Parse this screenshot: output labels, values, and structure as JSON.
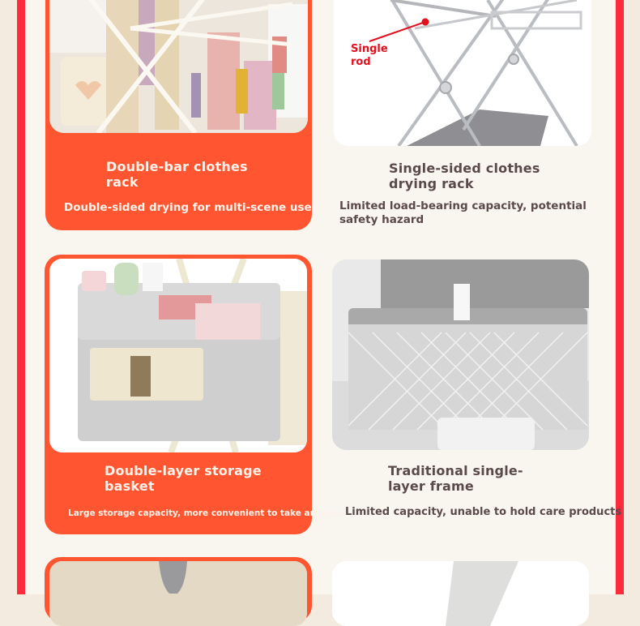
{
  "colors": {
    "background": "#f9f5ef",
    "rail": "#fd2b3c",
    "accent_card": "#ff5631",
    "bad_text": "#5b4a4b",
    "annotation": "#e1101c"
  },
  "rows": [
    {
      "good": {
        "image": "double-bar-clothes-rack-photo",
        "title": "Double-bar clothes rack",
        "title_line1": "Double-bar clothes",
        "title_line2": "rack",
        "description": "Double-sided drying for multi-scene use"
      },
      "bad": {
        "image": "single-rod-rack-photo",
        "annotation_line1": "Single",
        "annotation_line2": "rod",
        "title_line1": "Single-sided clothes",
        "title_line2": "drying rack",
        "description_line1": "Limited load-bearing capacity, potential",
        "description_line2": "safety hazard"
      }
    },
    {
      "good": {
        "image": "double-layer-storage-basket-photo",
        "title_line1": "Double-layer storage",
        "title_line2": "basket",
        "description": "Large storage capacity, more convenient to take anytime"
      },
      "bad": {
        "image": "single-layer-frame-photo",
        "title_line1": "Traditional single-",
        "title_line2": "layer frame",
        "description": "Limited capacity, unable to hold care products"
      }
    },
    {
      "good": {
        "image": "next-feature-photo-partial"
      },
      "bad": {
        "image": "next-comparison-photo-partial"
      }
    }
  ]
}
